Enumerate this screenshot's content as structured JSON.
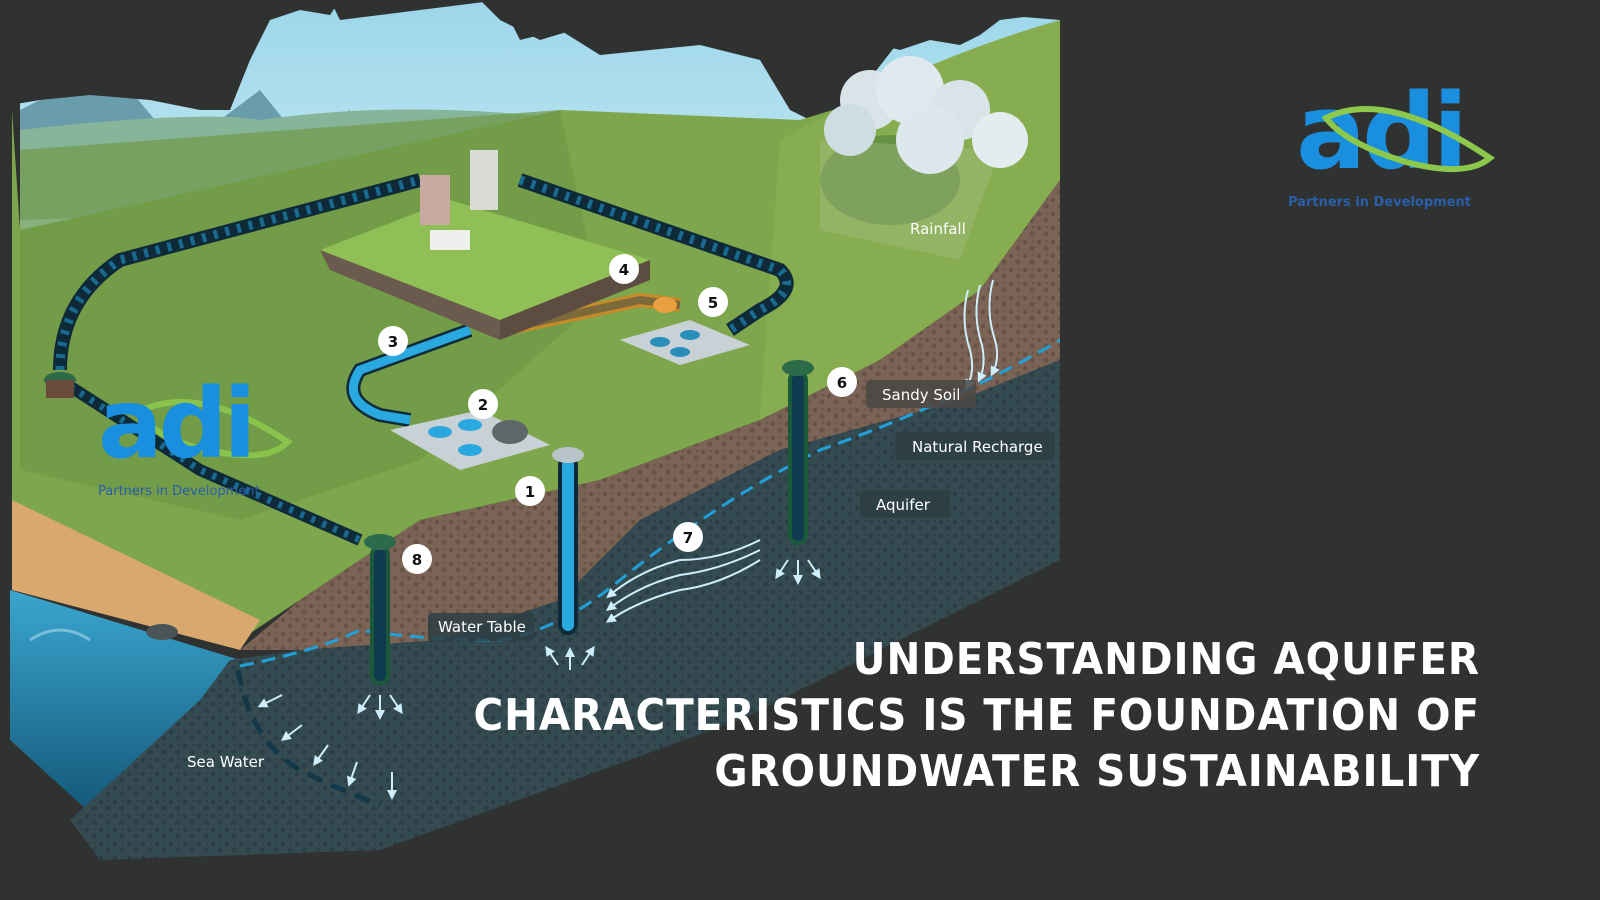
{
  "page": {
    "headline_lines": [
      "UNDERSTANDING AQUIFER",
      "CHARACTERISTICS IS THE FOUNDATION OF",
      "GROUNDWATER SUSTAINABILITY"
    ]
  },
  "logo": {
    "mark": "adi",
    "tagline": "Partners in Development",
    "colors": {
      "mark": "#1a8fe0",
      "swoosh": "#8cc84b",
      "tagline": "#2a5ea8"
    }
  },
  "watermark": {
    "mark": "adi",
    "tagline": "Partners in Development"
  },
  "diagram": {
    "markers": [
      "1",
      "2",
      "3",
      "4",
      "5",
      "6",
      "7",
      "8"
    ],
    "labels": {
      "rainfall": "Rainfall",
      "sandy_soil": "Sandy Soil",
      "natural_recharge": "Natural Recharge",
      "aquifer": "Aquifer",
      "water_table": "Water Table",
      "sea_water": "Sea Water"
    },
    "colors": {
      "background": "#303231",
      "sky": "#a8dcec",
      "grass": "#7ea64c",
      "soil": "#7b6355",
      "aquifer": "#344b52",
      "sea": "#2a8fb8",
      "sand": "#d8a86e",
      "pipe": "#1a9ad6",
      "water_table_line": "#22a0d8"
    }
  }
}
